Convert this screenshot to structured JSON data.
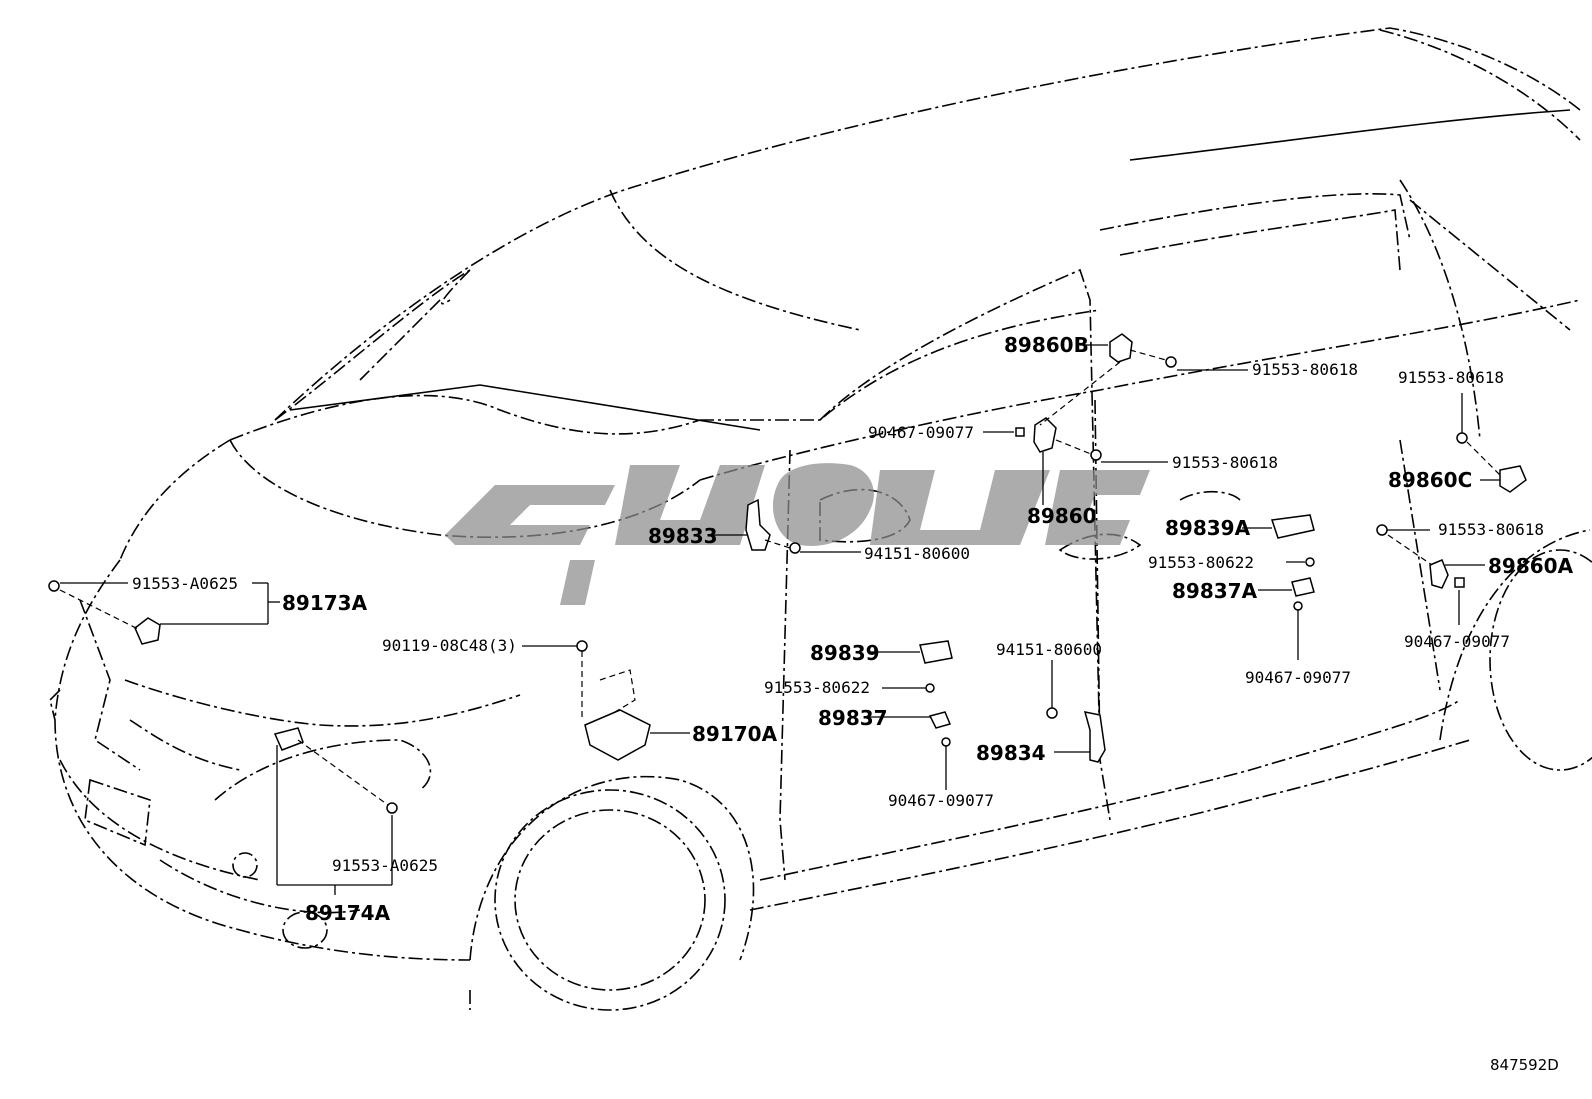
{
  "diagram_id": "847592D",
  "labels": {
    "p89860B": "89860B",
    "p91553_80618_a": "91553-80618",
    "p91553_80618_b": "91553-80618",
    "p91553_80618_c": "91553-80618",
    "p91553_80618_d": "91553-80618",
    "p90467_09077_a": "90467-09077",
    "p90467_09077_b": "90467-09077",
    "p90467_09077_c": "90467-09077",
    "p90467_09077_d": "90467-09077",
    "p89860C": "89860C",
    "p89860": "89860",
    "p89860A": "89860A",
    "p89833": "89833",
    "p94151_80600_a": "94151-80600",
    "p94151_80600_b": "94151-80600",
    "p89839A": "89839A",
    "p91553_80622_a": "91553-80622",
    "p91553_80622_b": "91553-80622",
    "p89837A": "89837A",
    "p91553_A0625_a": "91553-A0625",
    "p91553_A0625_b": "91553-A0625",
    "p89173A": "89173A",
    "p90119_08C48": "90119-08C48(3)",
    "p89839": "89839",
    "p89170A": "89170A",
    "p89837": "89837",
    "p89834": "89834",
    "p89174A": "89174A"
  },
  "colors": {
    "line": "#000000",
    "watermark": "#8c8c8c",
    "background": "#ffffff"
  }
}
